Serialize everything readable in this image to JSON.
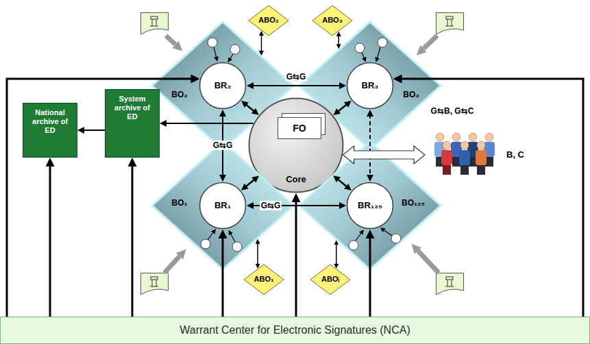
{
  "diagram": {
    "nodes": [
      {
        "text": [
          "BO₂"
        ]
      },
      {
        "text": [
          "BR₂"
        ],
        "in": 0
      },
      {
        "text": [
          "ABO₂"
        ]
      },
      {
        "text": [
          "ABO₃"
        ]
      },
      {
        "text": [
          "BO₃"
        ]
      },
      {
        "text": [
          "BR₃"
        ],
        "in": 4
      },
      {
        "text": [
          "National archive of ED"
        ]
      },
      {
        "text": [
          "System archive of ED"
        ]
      },
      {
        "text": [
          "Core"
        ]
      },
      {
        "text": [
          "FO"
        ],
        "in": 8
      },
      {
        "text": [
          "B, C"
        ]
      },
      {
        "text": [
          "BO₁"
        ]
      },
      {
        "text": [
          "BR₁"
        ],
        "in": 11
      },
      {
        "text": [
          "BO₁₂₅"
        ]
      },
      {
        "text": [
          "BR₁₂₅"
        ],
        "in": 13
      },
      {
        "text": [
          "ABO₁"
        ]
      },
      {
        "text": [
          "ABOᵢ"
        ]
      },
      {
        "text": [
          "Warrant Center for Electronic Signatures (NCA)"
        ]
      }
    ],
    "edges": [
      {
        "from": 1,
        "to": 5,
        "arrow": "both",
        "label": "G⇆G"
      },
      {
        "from": 1,
        "to": 12,
        "arrow": "both",
        "label": "G⇆G"
      },
      {
        "from": 12,
        "to": 14,
        "arrow": "both",
        "label": "G⇆G"
      },
      {
        "from": 5,
        "to": 14,
        "arrow": "both"
      },
      {
        "from": 8,
        "to": 1,
        "arrow": "both"
      },
      {
        "from": 8,
        "to": 5,
        "arrow": "both"
      },
      {
        "from": 8,
        "to": 12,
        "arrow": "both"
      },
      {
        "from": 8,
        "to": 14,
        "arrow": "both"
      },
      {
        "from": 2,
        "to": 0,
        "arrow": "both"
      },
      {
        "from": 3,
        "to": 4,
        "arrow": "both"
      },
      {
        "from": 15,
        "to": 11,
        "arrow": "both"
      },
      {
        "from": 16,
        "to": 13,
        "arrow": "both"
      },
      {
        "from": 8,
        "to": 7,
        "arrow": "to"
      },
      {
        "from": 7,
        "to": 6,
        "arrow": "to"
      },
      {
        "from": 8,
        "to": 10,
        "arrow": "both"
      },
      {
        "from": 17,
        "to": 6,
        "arrow": "to"
      },
      {
        "from": 17,
        "to": 7,
        "arrow": "to"
      },
      {
        "from": 17,
        "to": 12,
        "arrow": "to"
      },
      {
        "from": 17,
        "to": 8,
        "arrow": "to"
      },
      {
        "from": 17,
        "to": 14,
        "arrow": "to"
      },
      {
        "from": 17,
        "to": 1,
        "arrow": "to"
      },
      {
        "from": 17,
        "to": 5,
        "arrow": "to"
      }
    ],
    "labels": [
      "G⇆B, G⇆C"
    ]
  }
}
